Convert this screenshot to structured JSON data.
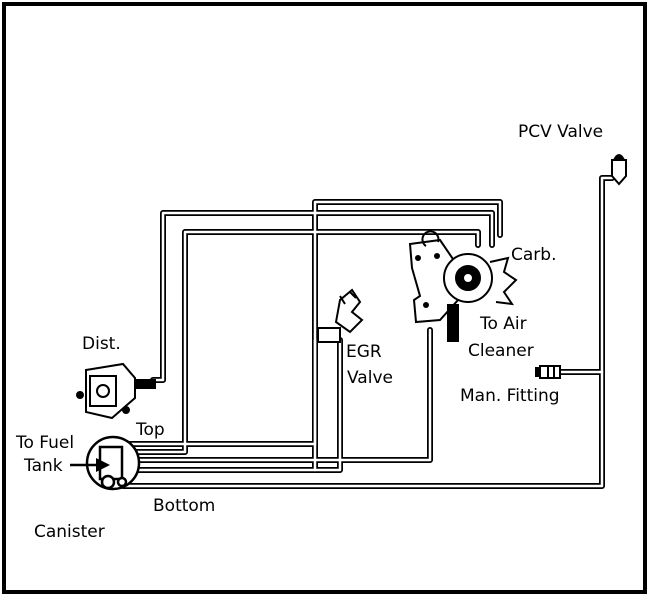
{
  "labels": {
    "pcv_valve": "PCV Valve",
    "carb": "Carb.",
    "to_air": "To Air",
    "cleaner": "Cleaner",
    "dist": "Dist.",
    "egr": "EGR",
    "valve": "Valve",
    "man_fitting": "Man. Fitting",
    "top": "Top",
    "to_fuel": "To Fuel",
    "tank": "Tank",
    "bottom": "Bottom",
    "canister": "Canister"
  },
  "colors": {
    "line": "#000000",
    "background": "#ffffff"
  }
}
